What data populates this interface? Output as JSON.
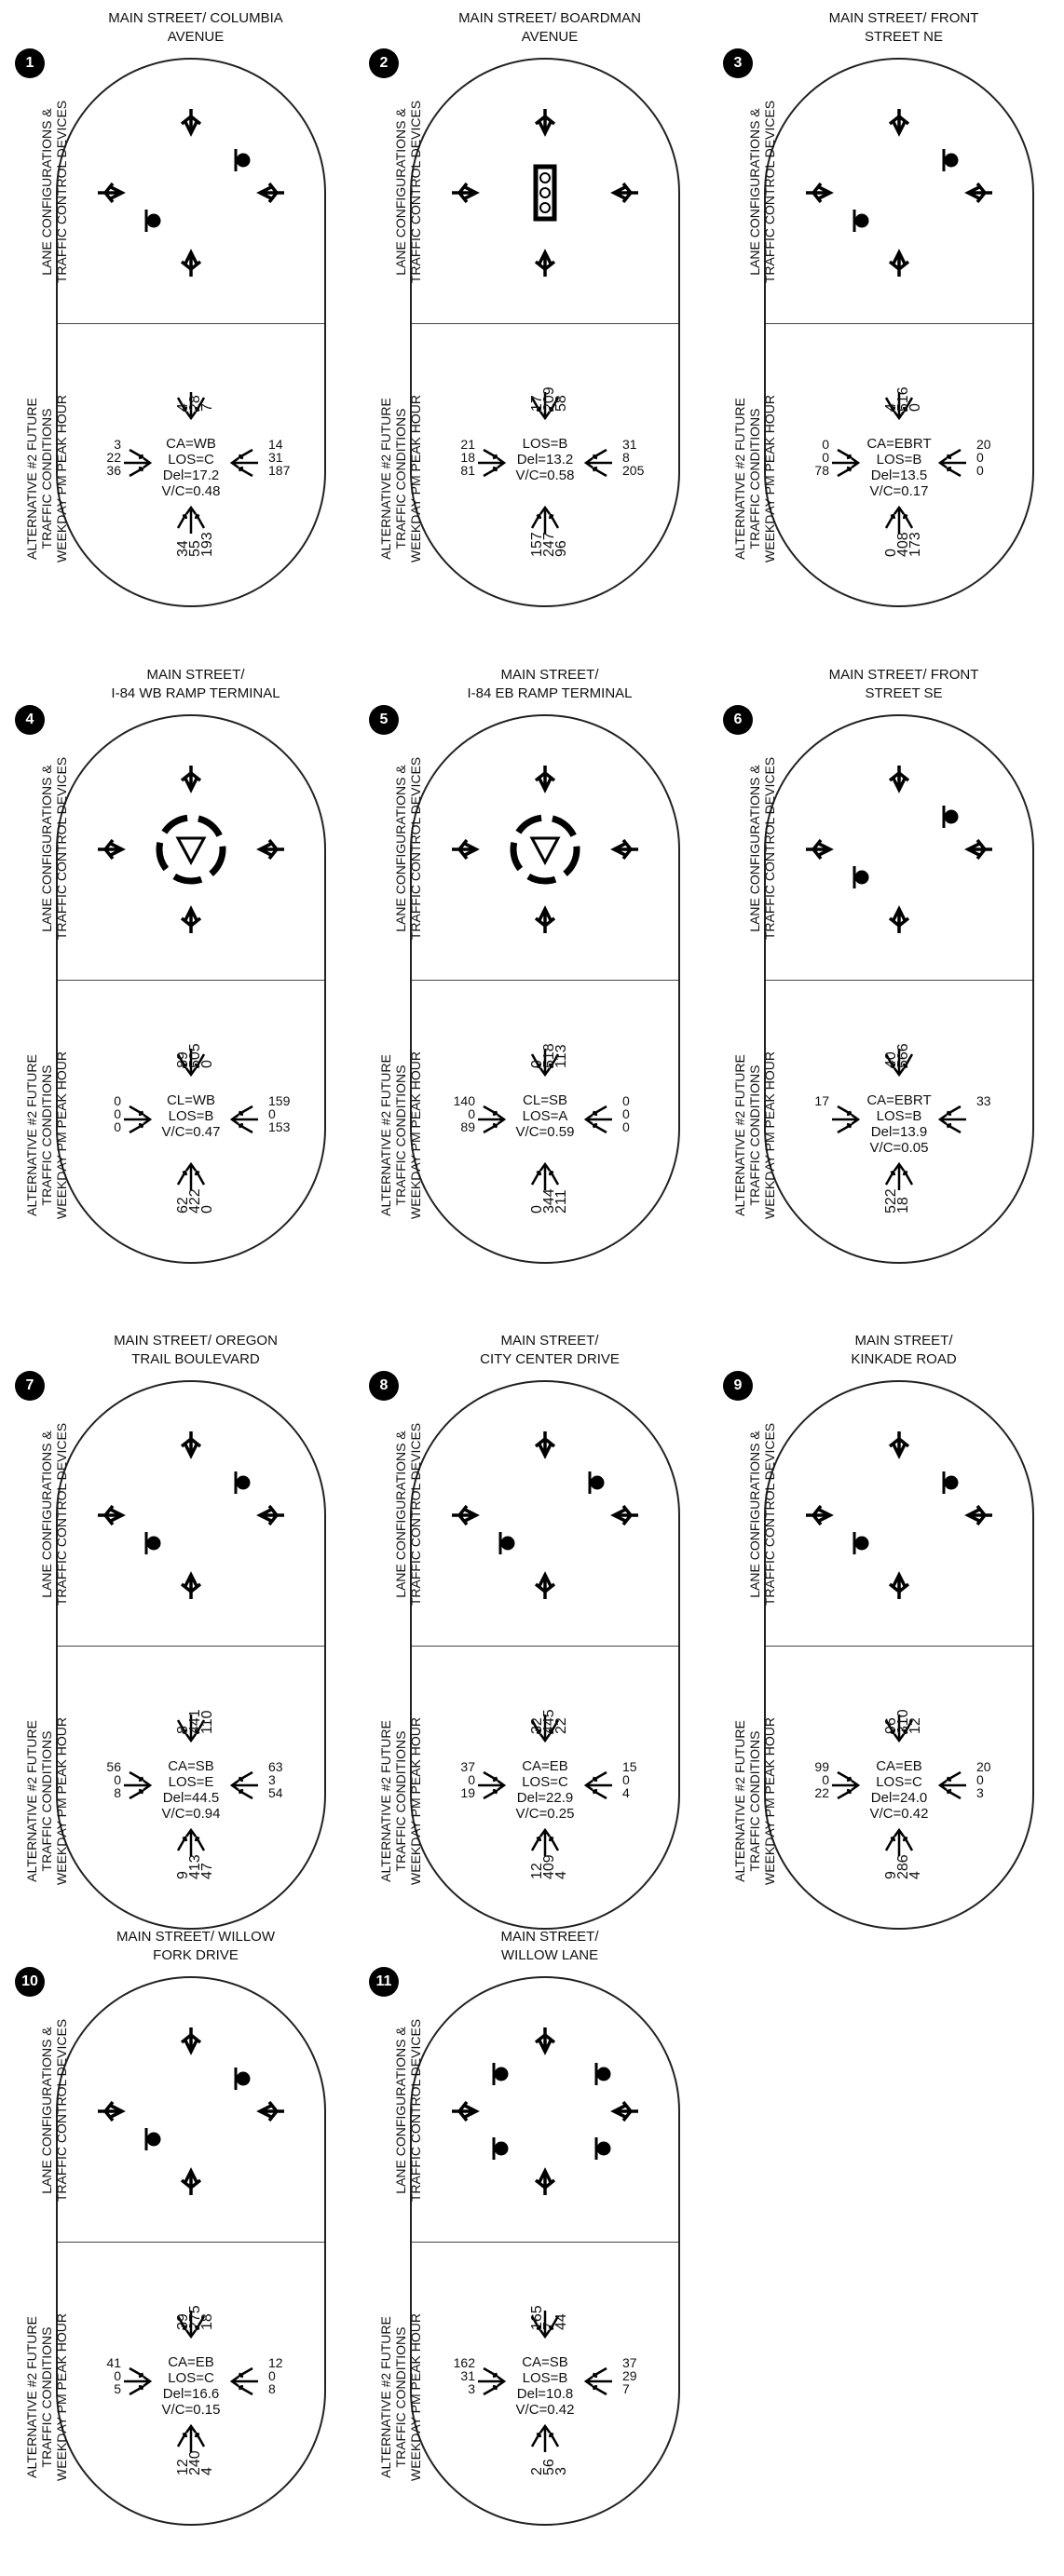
{
  "labels": {
    "lane_config": [
      "LANE CONFIGURATIONS &",
      "TRAFFIC CONTROL DEVICES"
    ],
    "conditions": [
      "ALTERNATIVE #2 FUTURE",
      "TRAFFIC CONDITIONS",
      "WEEKDAY PM PEAK HOUR"
    ]
  },
  "intersections": [
    {
      "num": "1",
      "title": [
        "MAIN STREET/ COLUMBIA",
        "AVENUE"
      ],
      "cond": [
        "CA=WB",
        "LOS=C",
        "Del=17.2",
        "V/C=0.48"
      ],
      "n": [
        "4",
        "28",
        "7"
      ],
      "s": [
        "34",
        "55",
        "193"
      ],
      "w": [
        "3",
        "22",
        "36"
      ],
      "e": [
        "14",
        "31",
        "187"
      ]
    },
    {
      "num": "2",
      "title": [
        "MAIN STREET/ BOARDMAN",
        "AVENUE"
      ],
      "cond": [
        "LOS=B",
        "Del=13.2",
        "V/C=0.58"
      ],
      "n": [
        "17",
        "209",
        "58"
      ],
      "s": [
        "157",
        "247",
        "96"
      ],
      "w": [
        "21",
        "18",
        "81"
      ],
      "e": [
        "31",
        "8",
        "205"
      ]
    },
    {
      "num": "3",
      "title": [
        "MAIN STREET/ FRONT",
        "STREET NE"
      ],
      "cond": [
        "CA=EBRT",
        "LOS=B",
        "Del=13.5",
        "V/C=0.17"
      ],
      "n": [
        "4",
        "516",
        "0"
      ],
      "s": [
        "0",
        "408",
        "173"
      ],
      "w": [
        "0",
        "0",
        "78"
      ],
      "e": [
        "20",
        "0",
        "0"
      ]
    },
    {
      "num": "4",
      "title": [
        "MAIN STREET/",
        "I-84 WB RAMP TERMINAL"
      ],
      "cond": [
        "CL=WB",
        "LOS=B",
        "V/C=0.47"
      ],
      "n": [
        "89",
        "505",
        "0"
      ],
      "s": [
        "62",
        "422",
        "0"
      ],
      "w": [
        "0",
        "0",
        "0"
      ],
      "e": [
        "159",
        "0",
        "153"
      ]
    },
    {
      "num": "5",
      "title": [
        "MAIN STREET/",
        "I-84 EB RAMP TERMINAL"
      ],
      "cond": [
        "CL=SB",
        "LOS=A",
        "V/C=0.59"
      ],
      "n": [
        "0",
        "518",
        "113"
      ],
      "s": [
        "0",
        "344",
        "211"
      ],
      "w": [
        "140",
        "0",
        "89"
      ],
      "e": [
        "0",
        "0",
        "0"
      ]
    },
    {
      "num": "6",
      "title": [
        "MAIN STREET/ FRONT",
        "STREET SE"
      ],
      "cond": [
        "CA=EBRT",
        "LOS=B",
        "Del=13.9",
        "V/C=0.05"
      ],
      "n": [
        "40",
        "566",
        ""
      ],
      "s": [
        "522",
        "18",
        ""
      ],
      "w": [
        "",
        "",
        "17"
      ],
      "e": [
        "33",
        "",
        ""
      ]
    },
    {
      "num": "7",
      "title": [
        "MAIN STREET/ OREGON",
        "TRAIL BOULEVARD"
      ],
      "cond": [
        "CA=SB",
        "LOS=E",
        "Del=44.5",
        "V/C=0.94"
      ],
      "n": [
        "8",
        "441",
        "110"
      ],
      "s": [
        "9",
        "413",
        "47"
      ],
      "w": [
        "56",
        "0",
        "8"
      ],
      "e": [
        "63",
        "3",
        "54"
      ]
    },
    {
      "num": "8",
      "title": [
        "MAIN STREET/",
        "CITY CENTER DRIVE"
      ],
      "cond": [
        "CA=EB",
        "LOS=C",
        "Del=22.9",
        "V/C=0.25"
      ],
      "n": [
        "32",
        "445",
        "22"
      ],
      "s": [
        "12",
        "409",
        "4"
      ],
      "w": [
        "37",
        "0",
        "19"
      ],
      "e": [
        "15",
        "0",
        "4"
      ]
    },
    {
      "num": "9",
      "title": [
        "MAIN STREET/",
        "KINKADE ROAD"
      ],
      "cond": [
        "CA=EB",
        "LOS=C",
        "Del=24.0",
        "V/C=0.42"
      ],
      "n": [
        "96",
        "310",
        "12"
      ],
      "s": [
        "9",
        "286",
        "4"
      ],
      "w": [
        "99",
        "0",
        "22"
      ],
      "e": [
        "20",
        "0",
        "3"
      ]
    },
    {
      "num": "10",
      "title": [
        "MAIN STREET/ WILLOW",
        "FORK DRIVE"
      ],
      "cond": [
        "CA=EB",
        "LOS=C",
        "Del=16.6",
        "V/C=0.15"
      ],
      "n": [
        "39",
        "275",
        "18"
      ],
      "s": [
        "12",
        "240",
        "4"
      ],
      "w": [
        "41",
        "0",
        "5"
      ],
      "e": [
        "12",
        "0",
        "8"
      ]
    },
    {
      "num": "11",
      "title": [
        "MAIN STREET/",
        "WILLOW LANE"
      ],
      "cond": [
        "CA=SB",
        "LOS=B",
        "Del=10.8",
        "V/C=0.42"
      ],
      "n": [
        "165",
        "7",
        "44"
      ],
      "s": [
        "2",
        "56",
        "3"
      ],
      "w": [
        "162",
        "31",
        "3"
      ],
      "e": [
        "37",
        "29",
        "7"
      ]
    }
  ]
}
